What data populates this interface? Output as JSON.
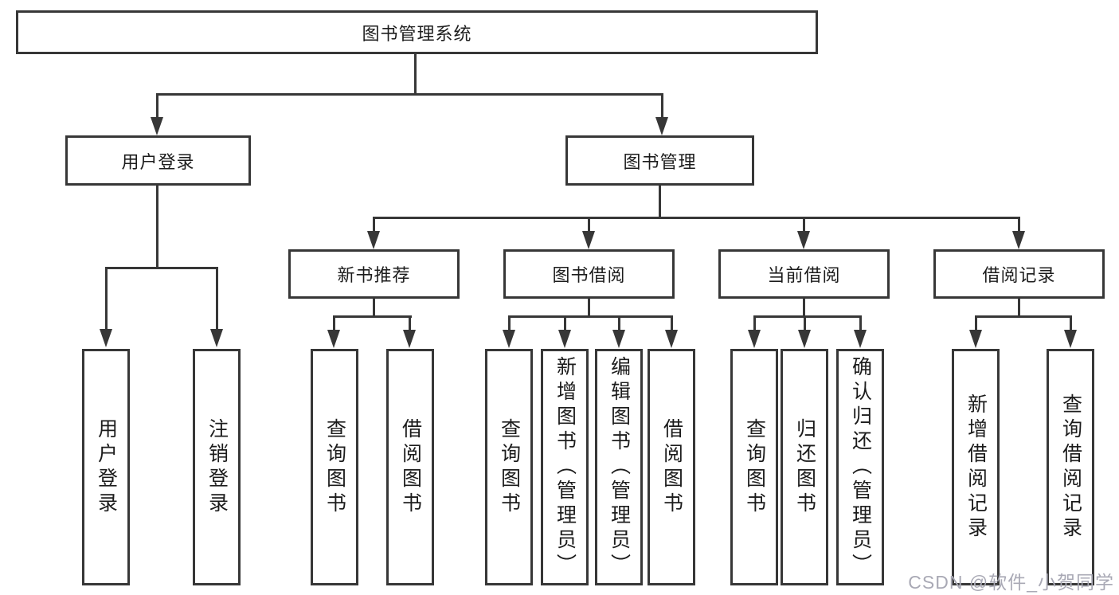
{
  "diagram": {
    "title": "图书管理系统",
    "nodes": {
      "root": "图书管理系统",
      "level1": {
        "user_login": "用户登录",
        "book_mgmt": "图书管理"
      },
      "level2": {
        "new_book_rec": "新书推荐",
        "book_borrow": "图书借阅",
        "current_borrow": "当前借阅",
        "borrow_records": "借阅记录"
      },
      "leaves": {
        "user": [
          "用户登录",
          "注销登录"
        ],
        "rec": [
          "查询图书",
          "借阅图书"
        ],
        "borrow": [
          "查询图书",
          "新增图书（管理员）",
          "编辑图书（管理员）",
          "借阅图书"
        ],
        "current": [
          "查询图书",
          "归还图书",
          "确认归还（管理员）"
        ],
        "records": [
          "新增借阅记录",
          "查询借阅记录"
        ]
      }
    },
    "colors": {
      "line": "#373737",
      "text": "#1c1c1c",
      "background": "#ffffff",
      "watermark": "#a9a9b5"
    }
  },
  "watermark": "CSDN @软件_小贺同学"
}
